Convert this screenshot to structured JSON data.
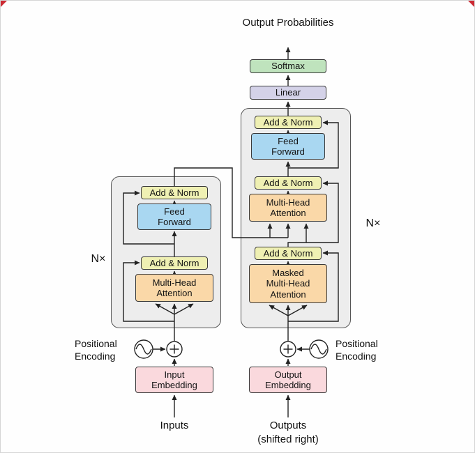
{
  "figure": {
    "name": "Transformer model architecture diagram"
  },
  "labels": {
    "output_probabilities": [
      "Output",
      "Probabilities"
    ],
    "softmax": "Softmax",
    "linear": "Linear",
    "add_norm": "Add & Norm",
    "feed_forward": [
      "Feed",
      "Forward"
    ],
    "multi_head_attention": [
      "Multi-Head",
      "Attention"
    ],
    "masked_multi_head_attention": [
      "Masked",
      "Multi-Head",
      "Attention"
    ],
    "n_times": "N×",
    "positional_encoding": [
      "Positional",
      "Encoding"
    ],
    "input_embedding": [
      "Input",
      "Embedding"
    ],
    "output_embedding": [
      "Output",
      "Embedding"
    ],
    "inputs": "Inputs",
    "outputs": [
      "Outputs",
      "(shifted right)"
    ]
  },
  "icons": {
    "positional_encoding_symbol": "sine-wave-circle",
    "combine_symbol": "plus-in-circle",
    "corner_marks": "red-corner-triangles"
  },
  "colors": {
    "softmax": "#bfe3bd",
    "linear": "#d4d2e8",
    "add_norm": "#eff0b3",
    "feed_forward": "#a9d7f1",
    "attention": "#fad8a8",
    "embedding": "#fad9dd",
    "container": "#ededed",
    "wire": "#222222"
  }
}
